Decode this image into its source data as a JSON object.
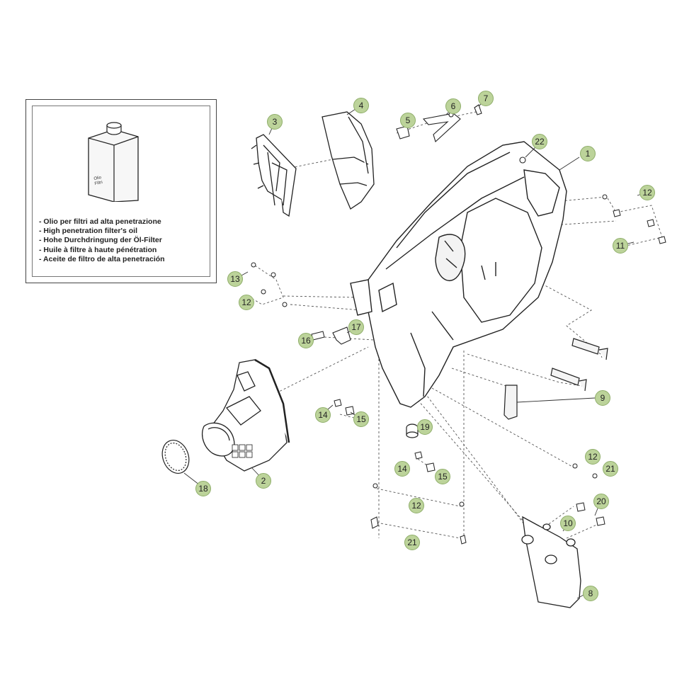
{
  "inset": {
    "can_label_1": "Olio",
    "can_label_2": "Filtri",
    "notes": [
      "- Olio per filtri ad alta penetrazione",
      "- High penetration filter's oil",
      "- Hohe Durchdringung der Öl-Filter",
      "- Huile à filtre à haute pénétration",
      "- Aceite de filtro de alta penetración"
    ]
  },
  "callouts": [
    {
      "label": "1"
    },
    {
      "label": "2"
    },
    {
      "label": "3"
    },
    {
      "label": "4"
    },
    {
      "label": "5"
    },
    {
      "label": "6"
    },
    {
      "label": "7"
    },
    {
      "label": "8"
    },
    {
      "label": "9"
    },
    {
      "label": "10"
    },
    {
      "label": "11"
    },
    {
      "label": "12"
    },
    {
      "label": "12"
    },
    {
      "label": "12"
    },
    {
      "label": "12"
    },
    {
      "label": "13"
    },
    {
      "label": "14"
    },
    {
      "label": "14"
    },
    {
      "label": "15"
    },
    {
      "label": "15"
    },
    {
      "label": "16"
    },
    {
      "label": "17"
    },
    {
      "label": "18"
    },
    {
      "label": "19"
    },
    {
      "label": "20"
    },
    {
      "label": "21"
    },
    {
      "label": "21"
    },
    {
      "label": "22"
    }
  ],
  "colors": {
    "callout_fill": "#bcd39a",
    "line": "#333333"
  }
}
